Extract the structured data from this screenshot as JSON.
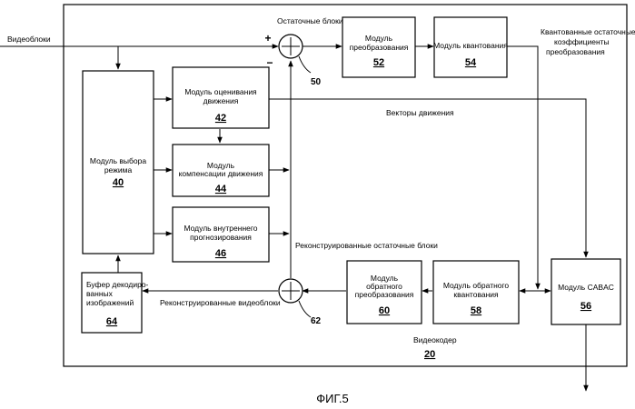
{
  "figure_label": "ФИГ.5",
  "encoder": {
    "label": "Видеокодер",
    "number": "20"
  },
  "inputs": {
    "video_blocks": "Видеоблоки"
  },
  "signals": {
    "residual_blocks": "Остаточные блоки",
    "quantized_coeffs": [
      "Квантованные остаточные",
      "коэффициенты",
      "преобразования"
    ],
    "motion_vectors": "Векторы движения",
    "reconstructed_residual": "Реконструированные остаточные блоки",
    "reconstructed_video": "Реконструированные видеоблоки"
  },
  "adders": [
    {
      "number": "50",
      "plus": "+",
      "minus": "−"
    },
    {
      "number": "62"
    }
  ],
  "modules": {
    "mode_select": {
      "label": [
        "Модуль выбора",
        "режима"
      ],
      "number": "40"
    },
    "motion_est": {
      "label": [
        "Модуль оценивания",
        "движения"
      ],
      "number": "42"
    },
    "motion_comp": {
      "label": [
        "Модуль",
        "компенсации движения"
      ],
      "number": "44"
    },
    "intra_pred": {
      "label": [
        "Модуль внутреннего",
        "прогнозирования"
      ],
      "number": "46"
    },
    "transform": {
      "label": [
        "Модуль",
        "преобразования"
      ],
      "number": "52"
    },
    "quant": {
      "label": [
        "Модуль квантования"
      ],
      "number": "54"
    },
    "cabac": {
      "label": [
        "Модуль CABAC"
      ],
      "number": "56"
    },
    "inv_quant": {
      "label": [
        "Модуль обратного",
        "квантования"
      ],
      "number": "58"
    },
    "inv_transform": {
      "label": [
        "Модуль",
        "обратного",
        "преобразования"
      ],
      "number": "60"
    },
    "buffer": {
      "label": [
        "Буфер декодиро-",
        "ванных",
        "изображений"
      ],
      "number": "64"
    }
  },
  "colors": {
    "stroke": "#000000",
    "background": "#ffffff"
  }
}
